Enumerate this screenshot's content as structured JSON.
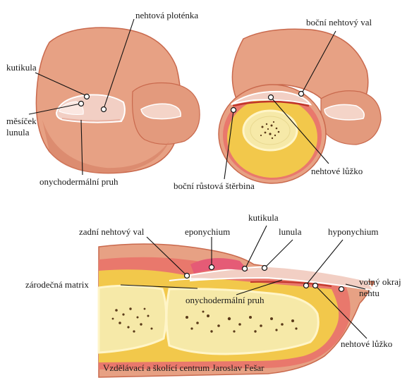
{
  "panels": {
    "toe_front": {
      "labels": {
        "nail_plate": "nehtová ploténka",
        "cuticle": "kutikula",
        "lunula_line1": "měsíček",
        "lunula_line2": "lunula",
        "onychodermal_band": "onychodermální pruh"
      }
    },
    "toe_section": {
      "labels": {
        "lateral_nail_fold": "boční nehtový val",
        "nail_bed": "nehtové lůžko",
        "lateral_groove": "boční růstová štěrbina"
      }
    },
    "longitudinal_section": {
      "labels": {
        "proximal_nail_fold": "zadní nehtový val",
        "eponychium": "eponychium",
        "cuticle": "kutikula",
        "lunula": "lunula",
        "hyponychium": "hyponychium",
        "germinal_matrix": "zárodečná matrix",
        "onychodermal_band": "onychodermální pruh",
        "free_edge_line1": "volný okraj",
        "free_edge_line2": "nehtu",
        "nail_bed": "nehtové lůžko"
      },
      "credit": "Vzdělávací a školící centrum Jaroslav Fešar"
    }
  },
  "colors": {
    "skin": "#e7a184",
    "skin_dark": "#c9694d",
    "nail": "#f2cfc4",
    "nail_edge": "#ffffff",
    "bone_marrow": "#f6e9a8",
    "fat": "#f2c84b",
    "flesh": "#e9786c",
    "bone_speckle": "#5a3a1a"
  }
}
